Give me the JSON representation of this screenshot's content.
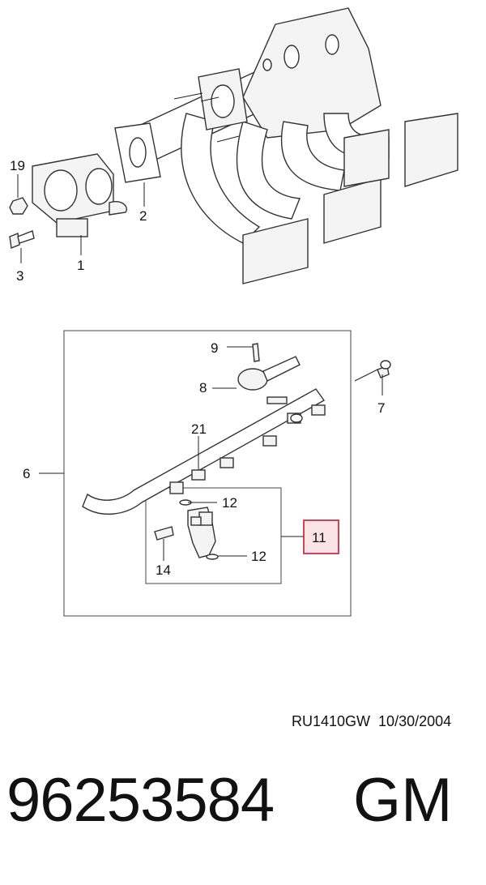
{
  "diagram": {
    "callouts": [
      "19",
      "2",
      "3",
      "1",
      "9",
      "8",
      "7",
      "21",
      "6",
      "12",
      "11",
      "14",
      "12"
    ],
    "highlighted_callout": "11",
    "highlight_color": "#c83246",
    "highlight_fill": "#fbe3e6"
  },
  "footer": {
    "ref_code": "RU1410GW",
    "date": "10/30/2004",
    "part_number": "96253584",
    "brand": "GM"
  }
}
